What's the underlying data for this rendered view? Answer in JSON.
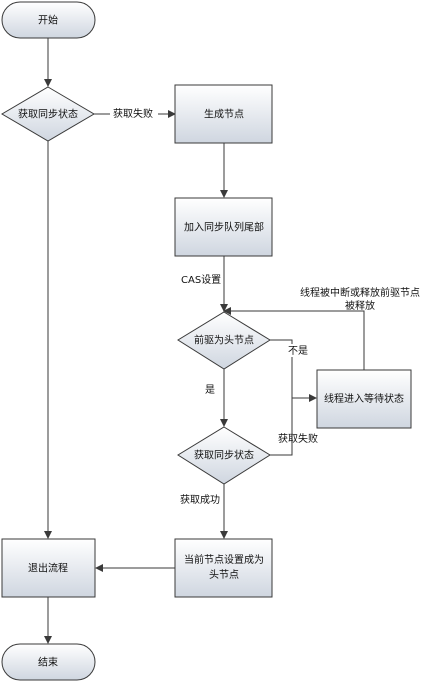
{
  "nodes": {
    "start": "开始",
    "get_state_1": "获取同步状态",
    "create_node": "生成节点",
    "enqueue_tail": "加入同步队列尾部",
    "pred_is_head": "前驱为头节点",
    "thread_wait": "线程进入等待状态",
    "get_state_2": "获取同步状态",
    "set_head_line1": "当前节点设置成为",
    "set_head_line2": "头节点",
    "exit_flow": "退出流程",
    "end": "结束"
  },
  "edges": {
    "acquire_fail_1": "获取失败",
    "cas_set": "CAS设置",
    "interrupt_line1": "线程被中断或释放前驱节点",
    "interrupt_line2": "被释放",
    "no": "不是",
    "yes": "是",
    "acquire_fail_2": "获取失败",
    "acquire_success": "获取成功"
  },
  "colors": {
    "shape_top": "#ffffff",
    "shape_bottom": "#cfd6e0",
    "stroke": "#3a3a3a"
  }
}
